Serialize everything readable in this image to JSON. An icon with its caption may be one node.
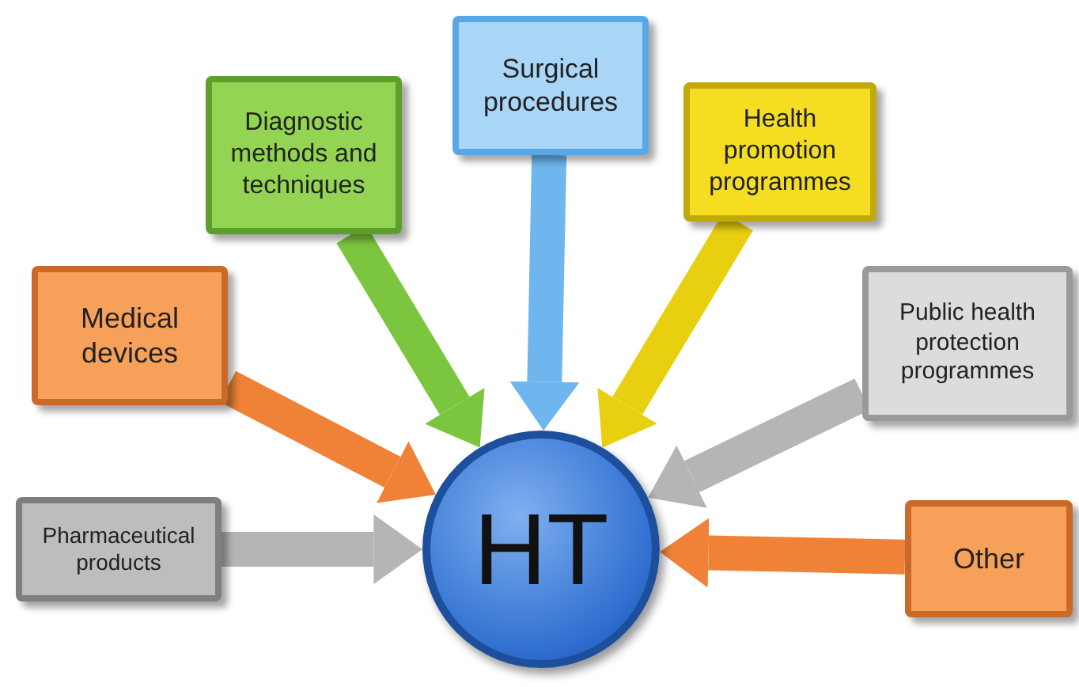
{
  "diagram": {
    "nodes": [
      {
        "text": [
          "Surgical procedures"
        ]
      },
      {
        "text": [
          "Diagnostic methods and techniques"
        ]
      },
      {
        "text": [
          "Health promotion programmes"
        ]
      },
      {
        "text": [
          "Medical devices"
        ]
      },
      {
        "text": [
          "Public health protection programmes"
        ]
      },
      {
        "text": [
          "Pharmaceutical products"
        ]
      },
      {
        "text": [
          "Other"
        ]
      },
      {
        "text": [
          "HT"
        ]
      }
    ],
    "edges": [
      {
        "from": 0,
        "to": 7,
        "arrow": "to",
        "color": "#6fb6ee"
      },
      {
        "from": 1,
        "to": 7,
        "arrow": "to",
        "color": "#7cc63f"
      },
      {
        "from": 2,
        "to": 7,
        "arrow": "to",
        "color": "#e8cf10"
      },
      {
        "from": 3,
        "to": 7,
        "arrow": "to",
        "color": "#ef8236"
      },
      {
        "from": 4,
        "to": 7,
        "arrow": "to",
        "color": "#b5b5b5"
      },
      {
        "from": 5,
        "to": 7,
        "arrow": "to",
        "color": "#b5b5b5"
      },
      {
        "from": 6,
        "to": 7,
        "arrow": "to",
        "color": "#ef8236"
      }
    ]
  }
}
